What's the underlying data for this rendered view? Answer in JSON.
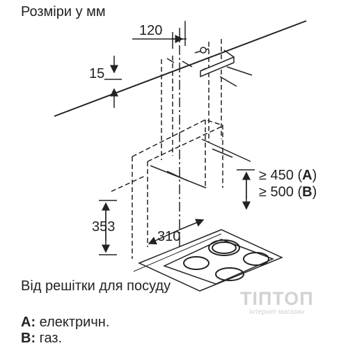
{
  "title": "Розміри у мм",
  "dimensions": {
    "top_width": "120",
    "top_offset": "15",
    "min_clearance_a": "≥ 450 (",
    "min_clearance_b": "≥ 500 (",
    "label_a": "A",
    "label_b": "B",
    "close_paren": ")",
    "chimney_height": "353",
    "chimney_width": "310"
  },
  "caption": "Від решітки для посуду",
  "notes": {
    "a_label": "A:",
    "a_text": " електричн.",
    "b_label": "B:",
    "b_text": " газ."
  },
  "watermark": {
    "logo": "ТІПТОП",
    "subtitle": "інтернет-магазин"
  },
  "colors": {
    "line": "#222222",
    "watermark": "#d2d2d2"
  }
}
